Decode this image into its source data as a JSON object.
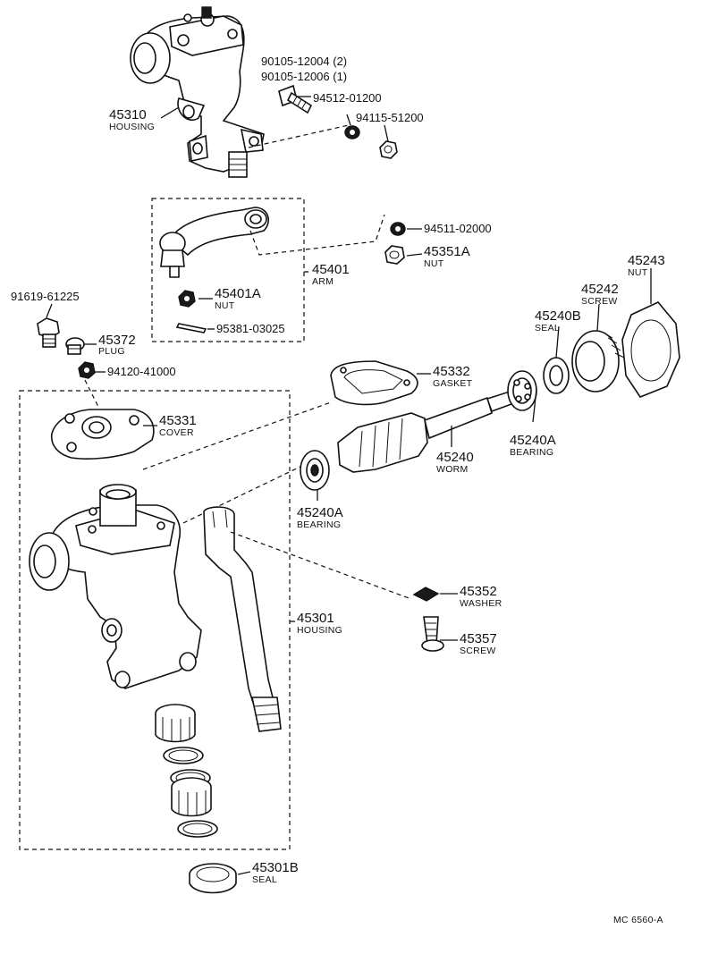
{
  "parts": [
    {
      "id": "p_90105a",
      "number": "90105-12004 (2)",
      "name": ""
    },
    {
      "id": "p_90105b",
      "number": "90105-12006 (1)",
      "name": ""
    },
    {
      "id": "p_94512",
      "number": "94512-01200",
      "name": ""
    },
    {
      "id": "p_94115",
      "number": "94115-51200",
      "name": ""
    },
    {
      "id": "p_45310",
      "number": "45310",
      "name": "HOUSING"
    },
    {
      "id": "p_94511",
      "number": "94511-02000",
      "name": ""
    },
    {
      "id": "p_45351A",
      "number": "45351A",
      "name": "NUT"
    },
    {
      "id": "p_45401",
      "number": "45401",
      "name": "ARM"
    },
    {
      "id": "p_45401A",
      "number": "45401A",
      "name": "NUT"
    },
    {
      "id": "p_95381",
      "number": "95381-03025",
      "name": ""
    },
    {
      "id": "p_91619",
      "number": "91619-61225",
      "name": ""
    },
    {
      "id": "p_45372",
      "number": "45372",
      "name": "PLUG"
    },
    {
      "id": "p_94120",
      "number": "94120-41000",
      "name": ""
    },
    {
      "id": "p_45243",
      "number": "45243",
      "name": "NUT"
    },
    {
      "id": "p_45242",
      "number": "45242",
      "name": "SCREW"
    },
    {
      "id": "p_45240B",
      "number": "45240B",
      "name": "SEAL"
    },
    {
      "id": "p_45332",
      "number": "45332",
      "name": "GASKET"
    },
    {
      "id": "p_45331",
      "number": "45331",
      "name": "COVER"
    },
    {
      "id": "p_45240A_r",
      "number": "45240A",
      "name": "BEARING"
    },
    {
      "id": "p_45240",
      "number": "45240",
      "name": "WORM"
    },
    {
      "id": "p_45240A_l",
      "number": "45240A",
      "name": "BEARING"
    },
    {
      "id": "p_45352",
      "number": "45352",
      "name": "WASHER"
    },
    {
      "id": "p_45301",
      "number": "45301",
      "name": "HOUSING"
    },
    {
      "id": "p_45357",
      "number": "45357",
      "name": "SCREW"
    },
    {
      "id": "p_45301B",
      "number": "45301B",
      "name": "SEAL"
    }
  ],
  "footer": {
    "code": "MC 6560-A"
  }
}
